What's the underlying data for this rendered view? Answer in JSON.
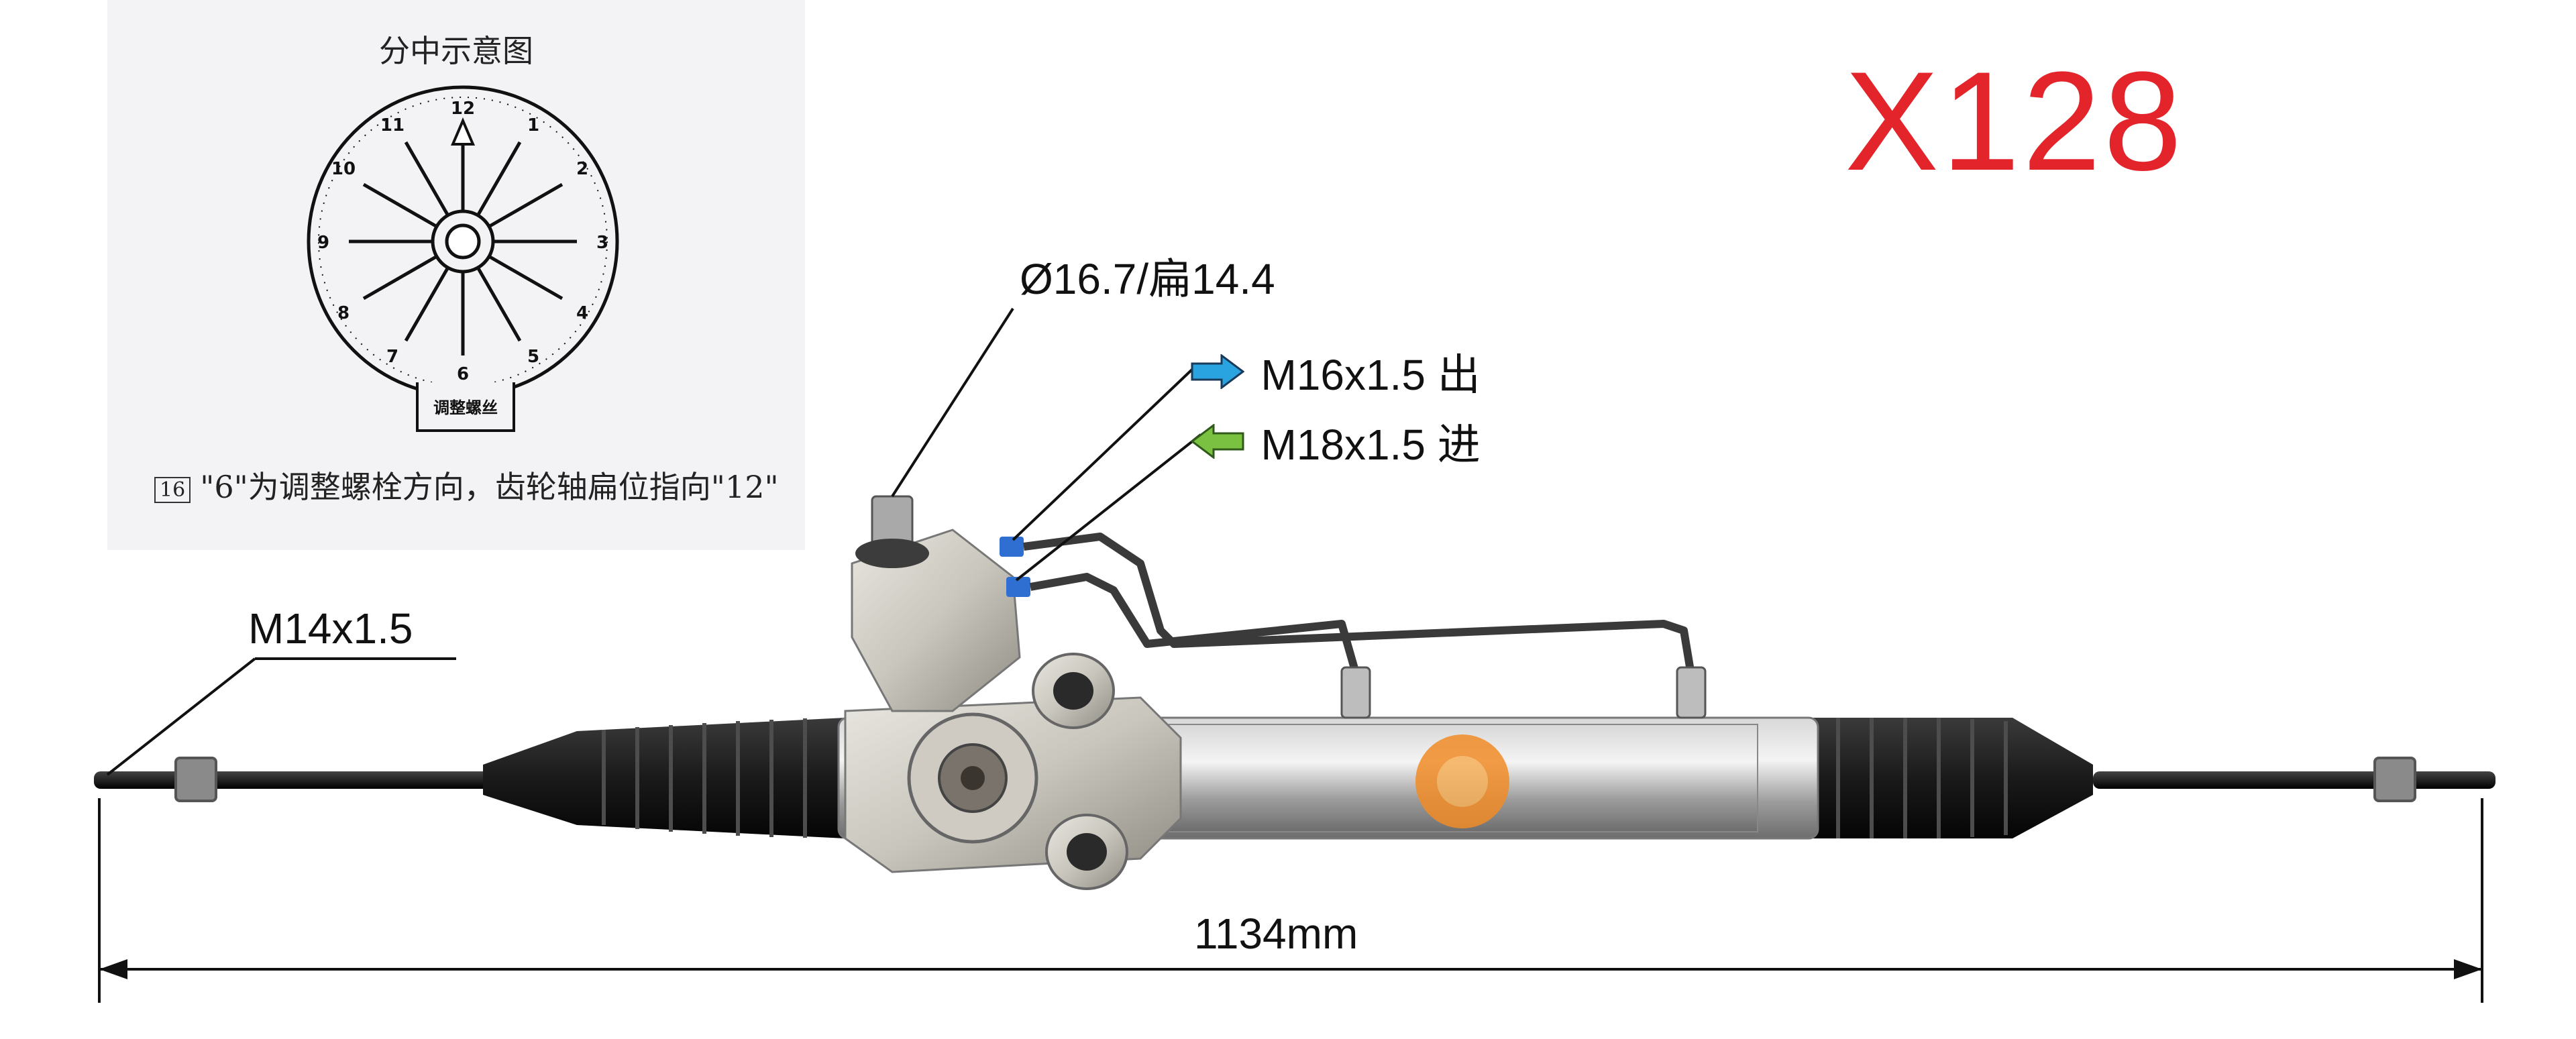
{
  "diagram": {
    "title": "分中示意图",
    "clock_numbers": [
      "12",
      "1",
      "2",
      "3",
      "4",
      "5",
      "6",
      "7",
      "8",
      "9",
      "10",
      "11"
    ],
    "bolt_label": "调整螺丝",
    "note_index": "16",
    "note_text": "\"6\"为调整螺栓方向，齿轮轴扁位指向\"12\""
  },
  "model_code": "X128",
  "labels": {
    "shaft": "Ø16.7/扁14.4",
    "outlet": "M16x1.5 出",
    "inlet": "M18x1.5 进",
    "thread": "M14x1.5",
    "length": "1134mm"
  },
  "colors": {
    "model_code": "#e3242b",
    "outlet_arrow": "#2aa4e0",
    "inlet_arrow": "#7ac142"
  },
  "icons": {
    "outlet": "arrow-right-icon",
    "inlet": "arrow-left-icon"
  }
}
